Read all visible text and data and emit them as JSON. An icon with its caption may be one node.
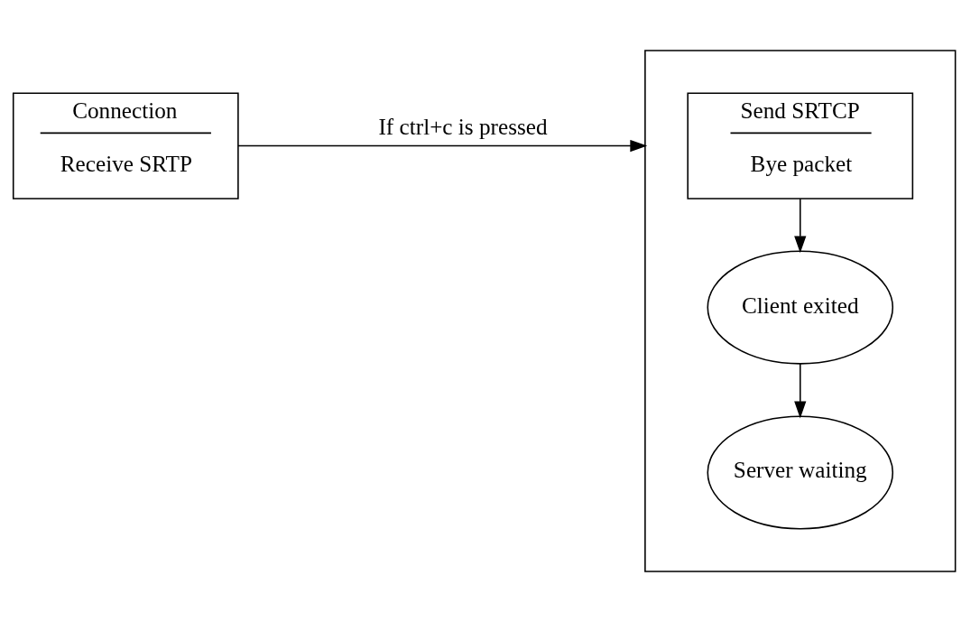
{
  "diagram": {
    "nodes": [
      {
        "text": [],
        "shape": "box"
      },
      {
        "text": [
          "Connection",
          "Receive SRTP"
        ]
      },
      {
        "text": [
          "Send SRTCP",
          "Bye packet"
        ],
        "in": 0
      },
      {
        "text": [
          "Client exited"
        ],
        "in": 0
      },
      {
        "text": [
          "Server waiting"
        ],
        "in": 0
      }
    ],
    "edges": [
      {
        "from": 1,
        "to": 0,
        "arrow": "to",
        "label": "If ctrl+c is pressed"
      },
      {
        "from": 2,
        "to": 3,
        "arrow": "to"
      },
      {
        "from": 3,
        "to": 4,
        "arrow": "to"
      }
    ]
  }
}
